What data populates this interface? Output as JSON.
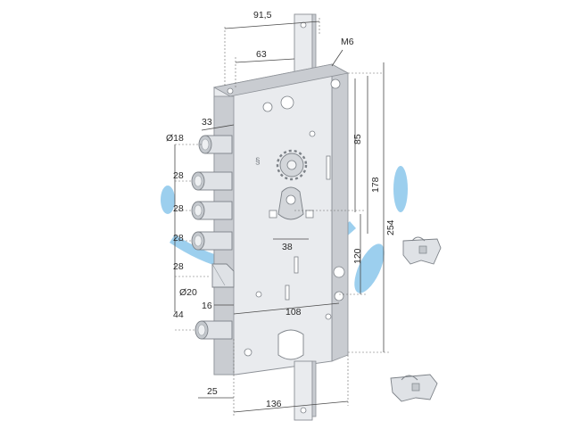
{
  "colors": {
    "watermark": "#4aa8e0",
    "plate": "#e9ebee",
    "outline": "#8c9096",
    "text": "#2a2a2a"
  },
  "dimensions": {
    "width_top": "91,5",
    "width_inner": "63",
    "screw": "M6",
    "bolt_offset": "33",
    "bolt_diameter": "Ø18",
    "pitch_1": "28",
    "pitch_2": "28",
    "pitch_3": "28",
    "pitch_4": "28",
    "latch_diameter": "Ø20",
    "latch_offset": "16",
    "bottom_bolt": "44",
    "keyhole_width": "38",
    "center_width": "108",
    "bottom_width": "136",
    "front_width": "25",
    "height_85": "85",
    "height_178": "178",
    "height_254": "254",
    "height_120": "120"
  }
}
